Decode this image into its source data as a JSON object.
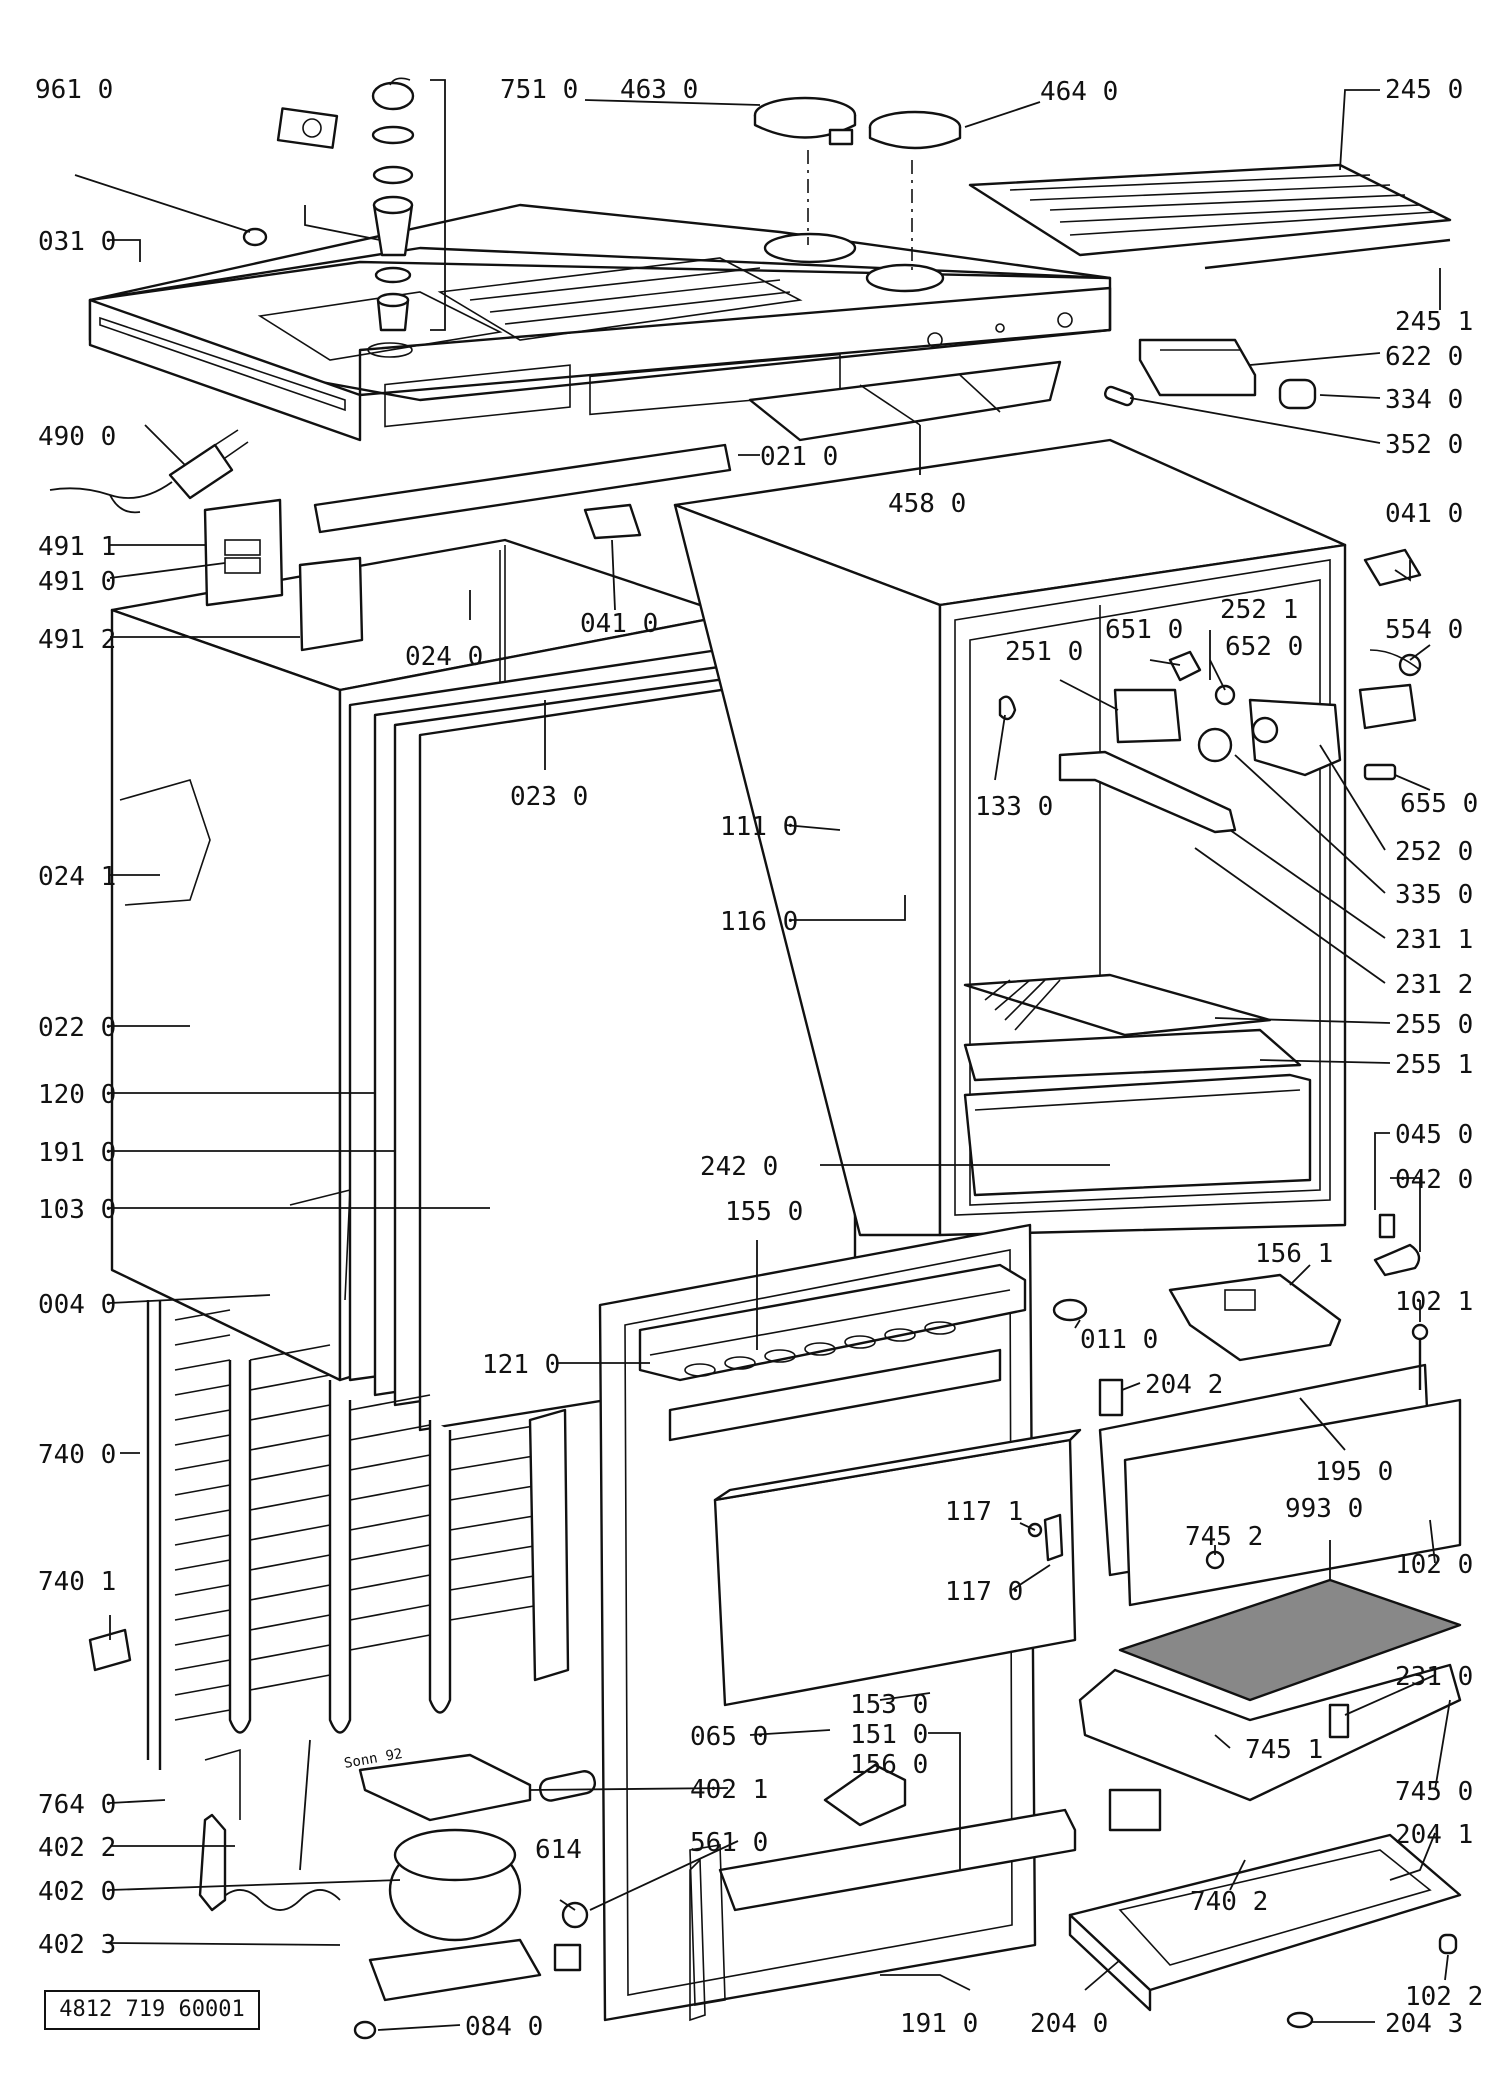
{
  "doc_number": "4812 719 60001",
  "stamp": "Sonn 92",
  "parts": [
    "961 0",
    "751 0",
    "463 0",
    "464 0",
    "245 0",
    "031 0",
    "245 1",
    "622 0",
    "334 0",
    "352 0",
    "490 0",
    "021 0",
    "458 0",
    "041 0",
    "041 0",
    "491 1",
    "491 0",
    "491 2",
    "024 0",
    "023 0",
    "651 0",
    "252 1",
    "652 0",
    "554 0",
    "251 0",
    "133 0",
    "111 0",
    "116 0",
    "655 0",
    "252 0",
    "335 0",
    "231 1",
    "231 2",
    "024 1",
    "022 0",
    "255 0",
    "255 1",
    "120 0",
    "191 0",
    "103 0",
    "242 0",
    "045 0",
    "042 0",
    "155 0",
    "156 1",
    "004 0",
    "011 0",
    "102 1",
    "121 0",
    "204 2",
    "195 0",
    "740 0",
    "993 0",
    "117 1",
    "745 2",
    "117 0",
    "102 0",
    "740 1",
    "231 0",
    "153 0",
    "065 0",
    "151 0",
    "156 0",
    "745 1",
    "764 0",
    "402 1",
    "745 0",
    "402 2",
    "614",
    "561 0",
    "204 1",
    "402 0",
    "740 2",
    "402 3",
    "084 0",
    "191 0",
    "204 0",
    "102 2",
    "204 3"
  ]
}
